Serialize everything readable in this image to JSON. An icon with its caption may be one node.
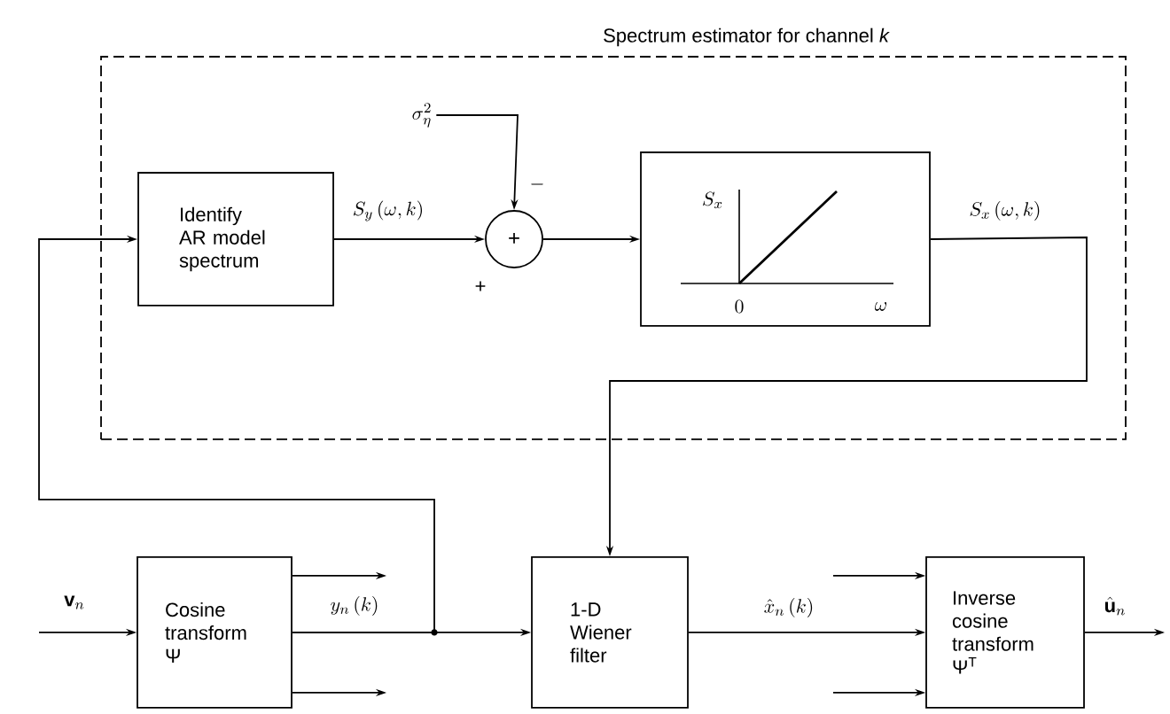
{
  "diagram": {
    "nodes": [
      {
        "text": [
          "Spectrum estimator for channel *k*"
        ]
      },
      {
        "text": [
          "Identify AR model spectrum"
        ],
        "in": 0
      },
      {
        "text": [
          "+"
        ],
        "in": 0
      },
      {
        "text": [
          "S_x",
          "0",
          "\\omega"
        ],
        "in": 0
      },
      {
        "text": [
          "Cosine transform Ψ"
        ]
      },
      {
        "text": [
          "1-D Wiener filter"
        ]
      },
      {
        "text": [
          "Inverse cosine transform Ψ$^{T}$"
        ]
      },
      {
        "text": [
          "\\sigma_\\eta^2"
        ],
        "in": 0
      }
    ],
    "edges": [
      {
        "from": 7,
        "to": 2,
        "arrow": "to",
        "label": "-"
      },
      {
        "from": 1,
        "to": 2,
        "arrow": "to",
        "label": "S_y\\,(\\omega, k)"
      },
      {
        "from": 2,
        "to": 3,
        "arrow": "to"
      },
      {
        "from": 3,
        "to": 5,
        "arrow": "to",
        "label": "S_x\\,(\\omega, k)"
      },
      {
        "from": 4,
        "to": 1,
        "arrow": "to"
      },
      {
        "from": 4,
        "to": 5,
        "arrow": "to",
        "label": "y_n\\,(k)"
      },
      {
        "from": null,
        "to": 4,
        "arrow": "to",
        "label": "\\mathbf{v}_n"
      },
      {
        "from": 4,
        "to": null,
        "arrow": "to"
      },
      {
        "from": 4,
        "to": null,
        "arrow": "to"
      },
      {
        "from": null,
        "to": 6,
        "arrow": "to"
      },
      {
        "from": 5,
        "to": 6,
        "arrow": "to",
        "label": "\\hat{x}_n\\,(k)"
      },
      {
        "from": null,
        "to": 6,
        "arrow": "to"
      },
      {
        "from": 6,
        "to": null,
        "arrow": "to",
        "label": "\\hat{\\mathbf{u}}_n"
      }
    ],
    "labels": [
      "+"
    ]
  }
}
